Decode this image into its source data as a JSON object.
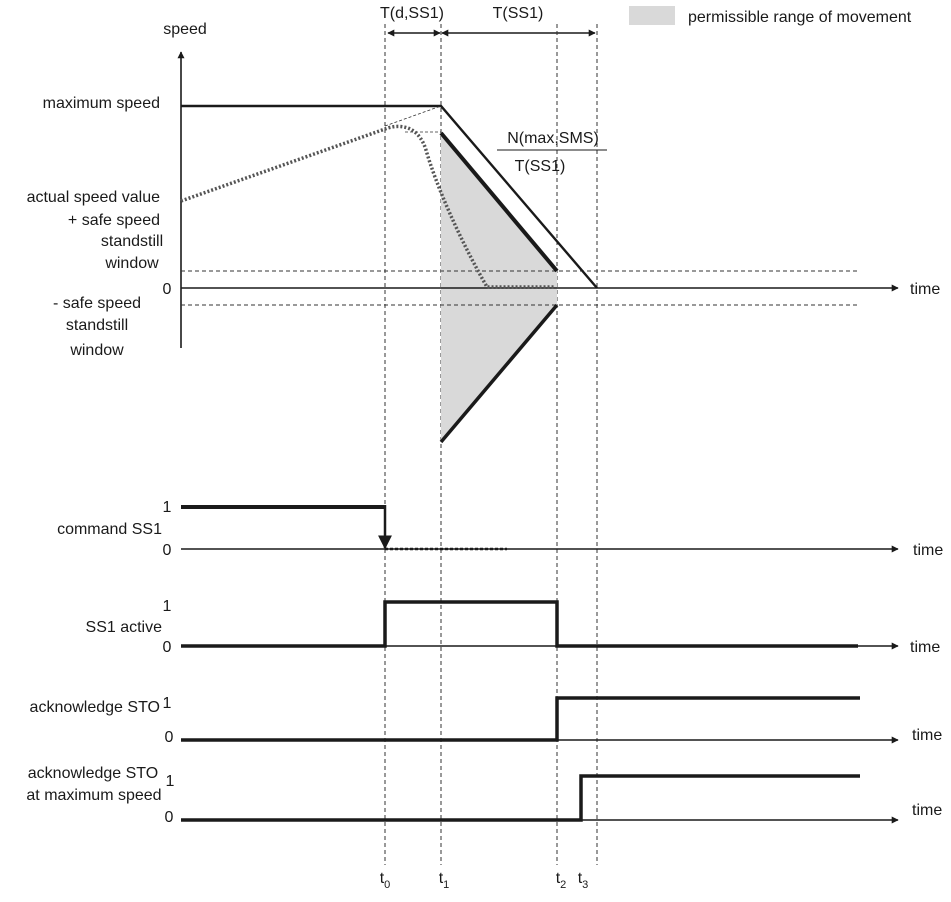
{
  "legend": {
    "label": "permissible range of movement",
    "swatch_color": "#d9d9d9"
  },
  "timing": {
    "delay_label": "T(d,SS1)",
    "ss1_label": "T(SS1)"
  },
  "speed_plot": {
    "y_axis_label": "speed",
    "x_axis_label": "time",
    "max_speed_label": "maximum speed",
    "actual_speed_label": "actual speed value",
    "plus_window": [
      "+ safe speed",
      "standstill",
      "window"
    ],
    "zero_label": "0",
    "minus_window": [
      "- safe speed",
      "standstill",
      "window"
    ],
    "ramp_numerator": "N(max,SMS)",
    "ramp_denominator": "T(SS1)"
  },
  "signals": [
    {
      "name": "command SS1",
      "lines": [
        "command SS1"
      ],
      "high": "1",
      "low": "0",
      "x_label": "time"
    },
    {
      "name": "SS1 active",
      "lines": [
        "SS1 active"
      ],
      "high": "1",
      "low": "0",
      "x_label": "time"
    },
    {
      "name": "acknowledge STO",
      "lines": [
        "acknowledge STO"
      ],
      "high": "1",
      "low": "0",
      "x_label": "time"
    },
    {
      "name": "acknowledge STO at maximum speed",
      "lines": [
        "acknowledge STO",
        "at maximum speed"
      ],
      "high": "1",
      "low": "0",
      "x_label": "time"
    }
  ],
  "time_markers": [
    {
      "base": "t",
      "sub": "0"
    },
    {
      "base": "t",
      "sub": "1"
    },
    {
      "base": "t",
      "sub": "2"
    },
    {
      "base": "t",
      "sub": "3"
    }
  ],
  "colors": {
    "line": "#1a1a1a",
    "fill": "#d9d9d9",
    "dashed": "#333333"
  }
}
